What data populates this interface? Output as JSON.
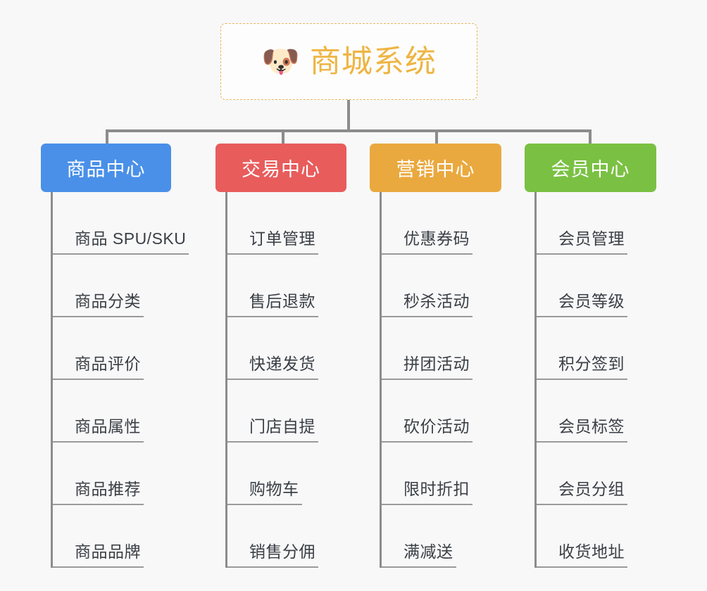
{
  "diagram": {
    "title": "商城系统",
    "background_color": "#f8f8f9",
    "root": {
      "icon": "shiba-dog-face-icon",
      "icon_glyph": "🐶",
      "label": "商城系统",
      "text_color": "#eeb544",
      "border_color": "#e8b65a",
      "background_color": "#fdfdfd"
    },
    "connector_color": "#8c8c8c",
    "columns": [
      {
        "id": "product-center",
        "label": "商品中心",
        "color": "#4a90e8",
        "items": [
          "商品 SPU/SKU",
          "商品分类",
          "商品评价",
          "商品属性",
          "商品推荐",
          "商品品牌"
        ]
      },
      {
        "id": "trade-center",
        "label": "交易中心",
        "color": "#e85c5c",
        "items": [
          "订单管理",
          "售后退款",
          "快递发货",
          "门店自提",
          "购物车",
          "销售分佣"
        ]
      },
      {
        "id": "marketing-center",
        "label": "营销中心",
        "color": "#eaa93f",
        "items": [
          "优惠券码",
          "秒杀活动",
          "拼团活动",
          "砍价活动",
          "限时折扣",
          "满减送"
        ]
      },
      {
        "id": "member-center",
        "label": "会员中心",
        "color": "#7ac143",
        "items": [
          "会员管理",
          "会员等级",
          "积分签到",
          "会员标签",
          "会员分组",
          "收货地址"
        ]
      }
    ]
  }
}
